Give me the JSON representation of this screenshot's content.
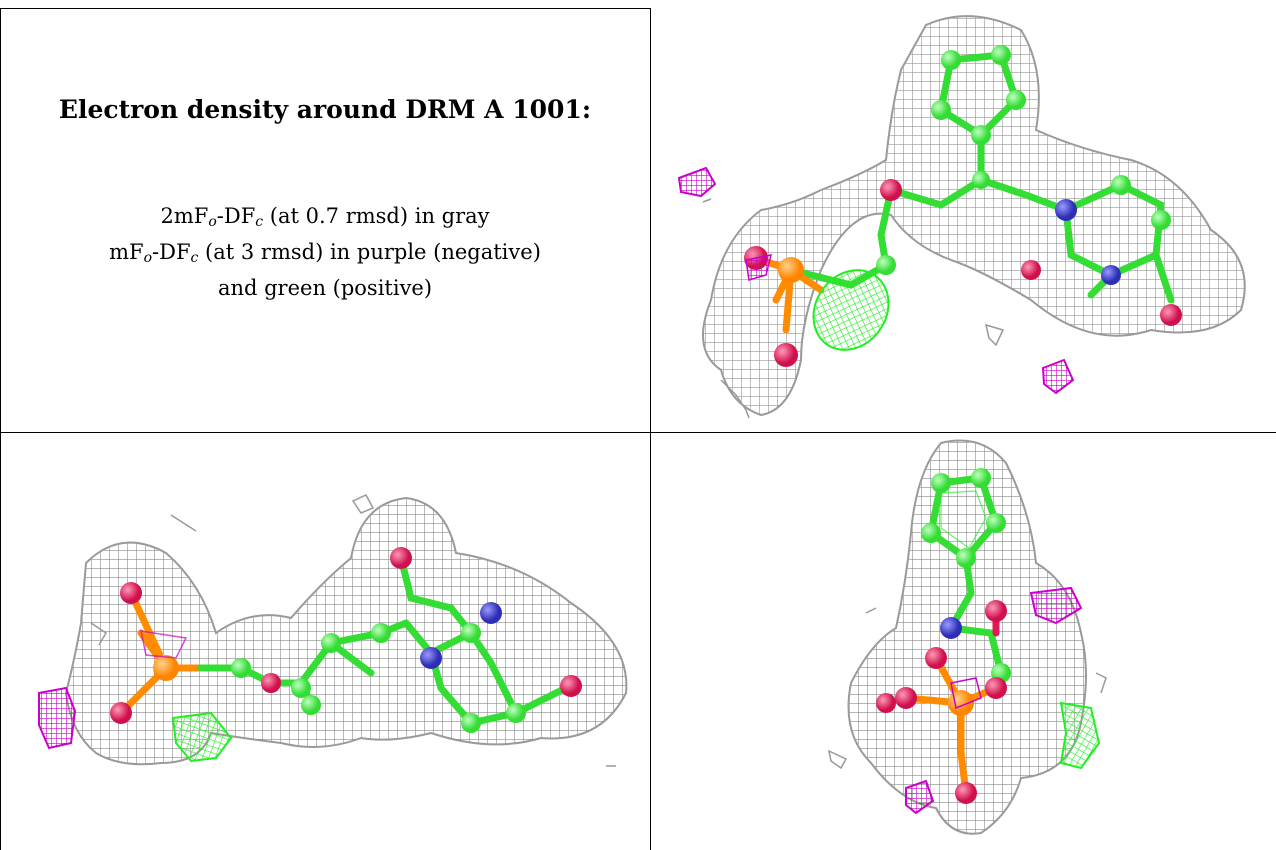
{
  "caption": {
    "title": "Electron density around DRM A 1001:",
    "line1": {
      "prefix": "2mF",
      "sub1": "o",
      "mid": "-DF",
      "sub2": "c",
      "suffix": " (at 0.7 rmsd) in gray"
    },
    "line2": {
      "prefix": "mF",
      "sub1": "o",
      "mid": "-DF",
      "sub2": "c",
      "suffix": " (at 3 rmsd) in purple (negative)"
    },
    "line3": "and green (positive)"
  },
  "colors": {
    "mesh_2fofc": "#8c8c8c",
    "mesh_negative": "#cc00cc",
    "mesh_positive": "#22ee22",
    "carbon": "#44ee44",
    "oxygen": "#e0185a",
    "nitrogen": "#3c3ccc",
    "phosphorus": "#ff8c00"
  },
  "panels": [
    {
      "name": "view-1"
    },
    {
      "name": "view-2"
    },
    {
      "name": "view-3"
    }
  ]
}
